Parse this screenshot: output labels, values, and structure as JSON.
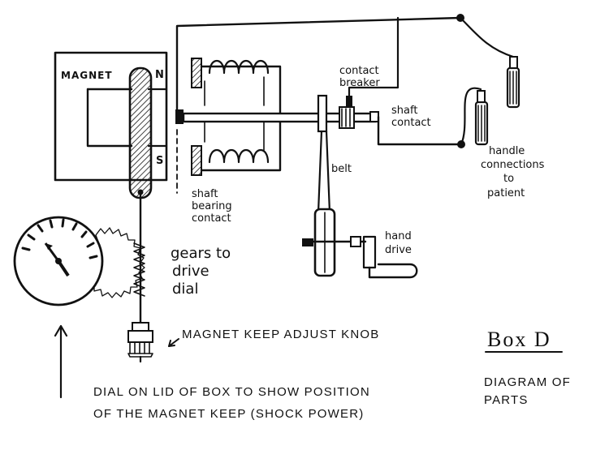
{
  "diagram": {
    "labels": {
      "magnet": "MAGNET",
      "north": "N",
      "south": "S",
      "contact_breaker_1": "contact",
      "contact_breaker_2": "breaker",
      "shaft_contact_1": "shaft",
      "shaft_contact_2": "contact",
      "shaft_bearing_1": "shaft",
      "shaft_bearing_2": "bearing",
      "shaft_bearing_3": "contact",
      "belt": "belt",
      "hand_drive_1": "hand",
      "hand_drive_2": "drive",
      "handle_conn_1": "handle",
      "handle_conn_2": "connections",
      "handle_conn_3": "to",
      "handle_conn_4": "patient",
      "gears_1": "gears to",
      "gears_2": "drive",
      "gears_3": "dial",
      "adjust_knob": "MAGNET KEEP ADJUST KNOB",
      "dial_desc_1": "DIAL ON LID OF BOX TO SHOW POSITION",
      "dial_desc_2": "OF THE MAGNET KEEP (SHOCK POWER)",
      "box_title": "Box D",
      "subtitle_1": "DIAGRAM OF",
      "subtitle_2": "PARTS"
    }
  }
}
